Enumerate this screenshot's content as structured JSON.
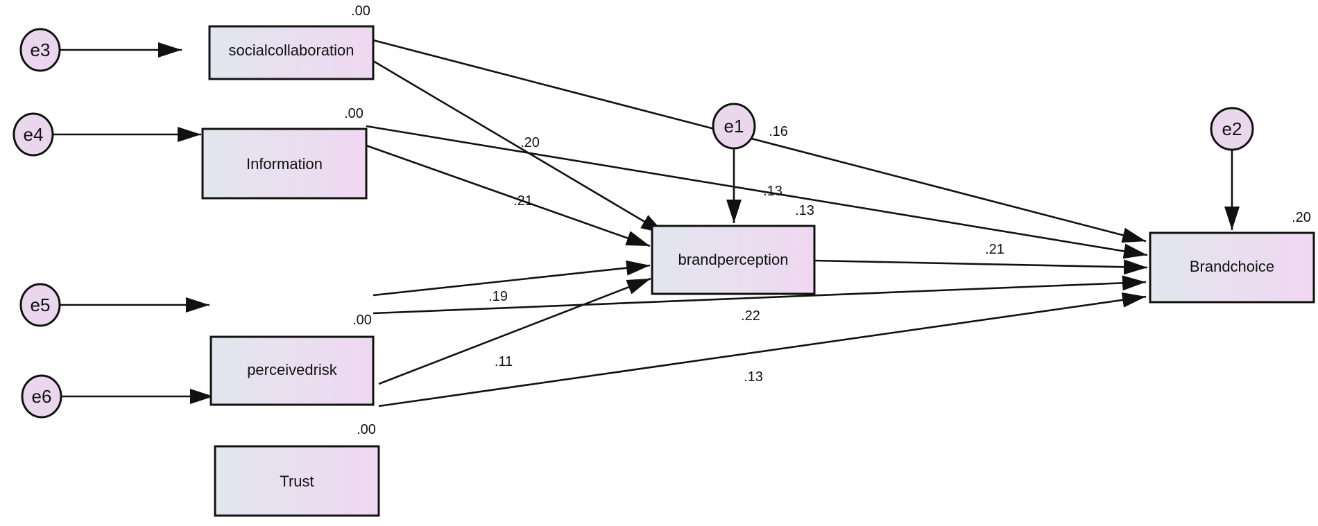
{
  "nodes": {
    "social": {
      "label": "socialcollaboration",
      "r2": ".00"
    },
    "information": {
      "label": "Information",
      "r2": ".00"
    },
    "risk": {
      "label": "perceivedrisk",
      "r2": ".00"
    },
    "trust": {
      "label": "Trust",
      "r2": ".00"
    },
    "perception": {
      "label": "brandperception",
      "r2": ".13"
    },
    "choice": {
      "label": "Brandchoice",
      "r2": ".20"
    }
  },
  "errors": {
    "e1": "e1",
    "e2": "e2",
    "e3": "e3",
    "e4": "e4",
    "e5": "e5",
    "e6": "e6"
  },
  "paths": {
    "social_perception": ".20",
    "social_choice": ".16",
    "information_perception": ".21",
    "information_choice": ".13",
    "risk_perception": ".19",
    "risk_choice": ".22",
    "trust_perception": ".11",
    "trust_choice": ".13",
    "perception_choice": ".21"
  },
  "colors": {
    "box_fill_left": "#e2e6ee",
    "box_fill_right": "#efd8f1",
    "error_fill": "#ead7ee",
    "stroke": "#111111"
  }
}
